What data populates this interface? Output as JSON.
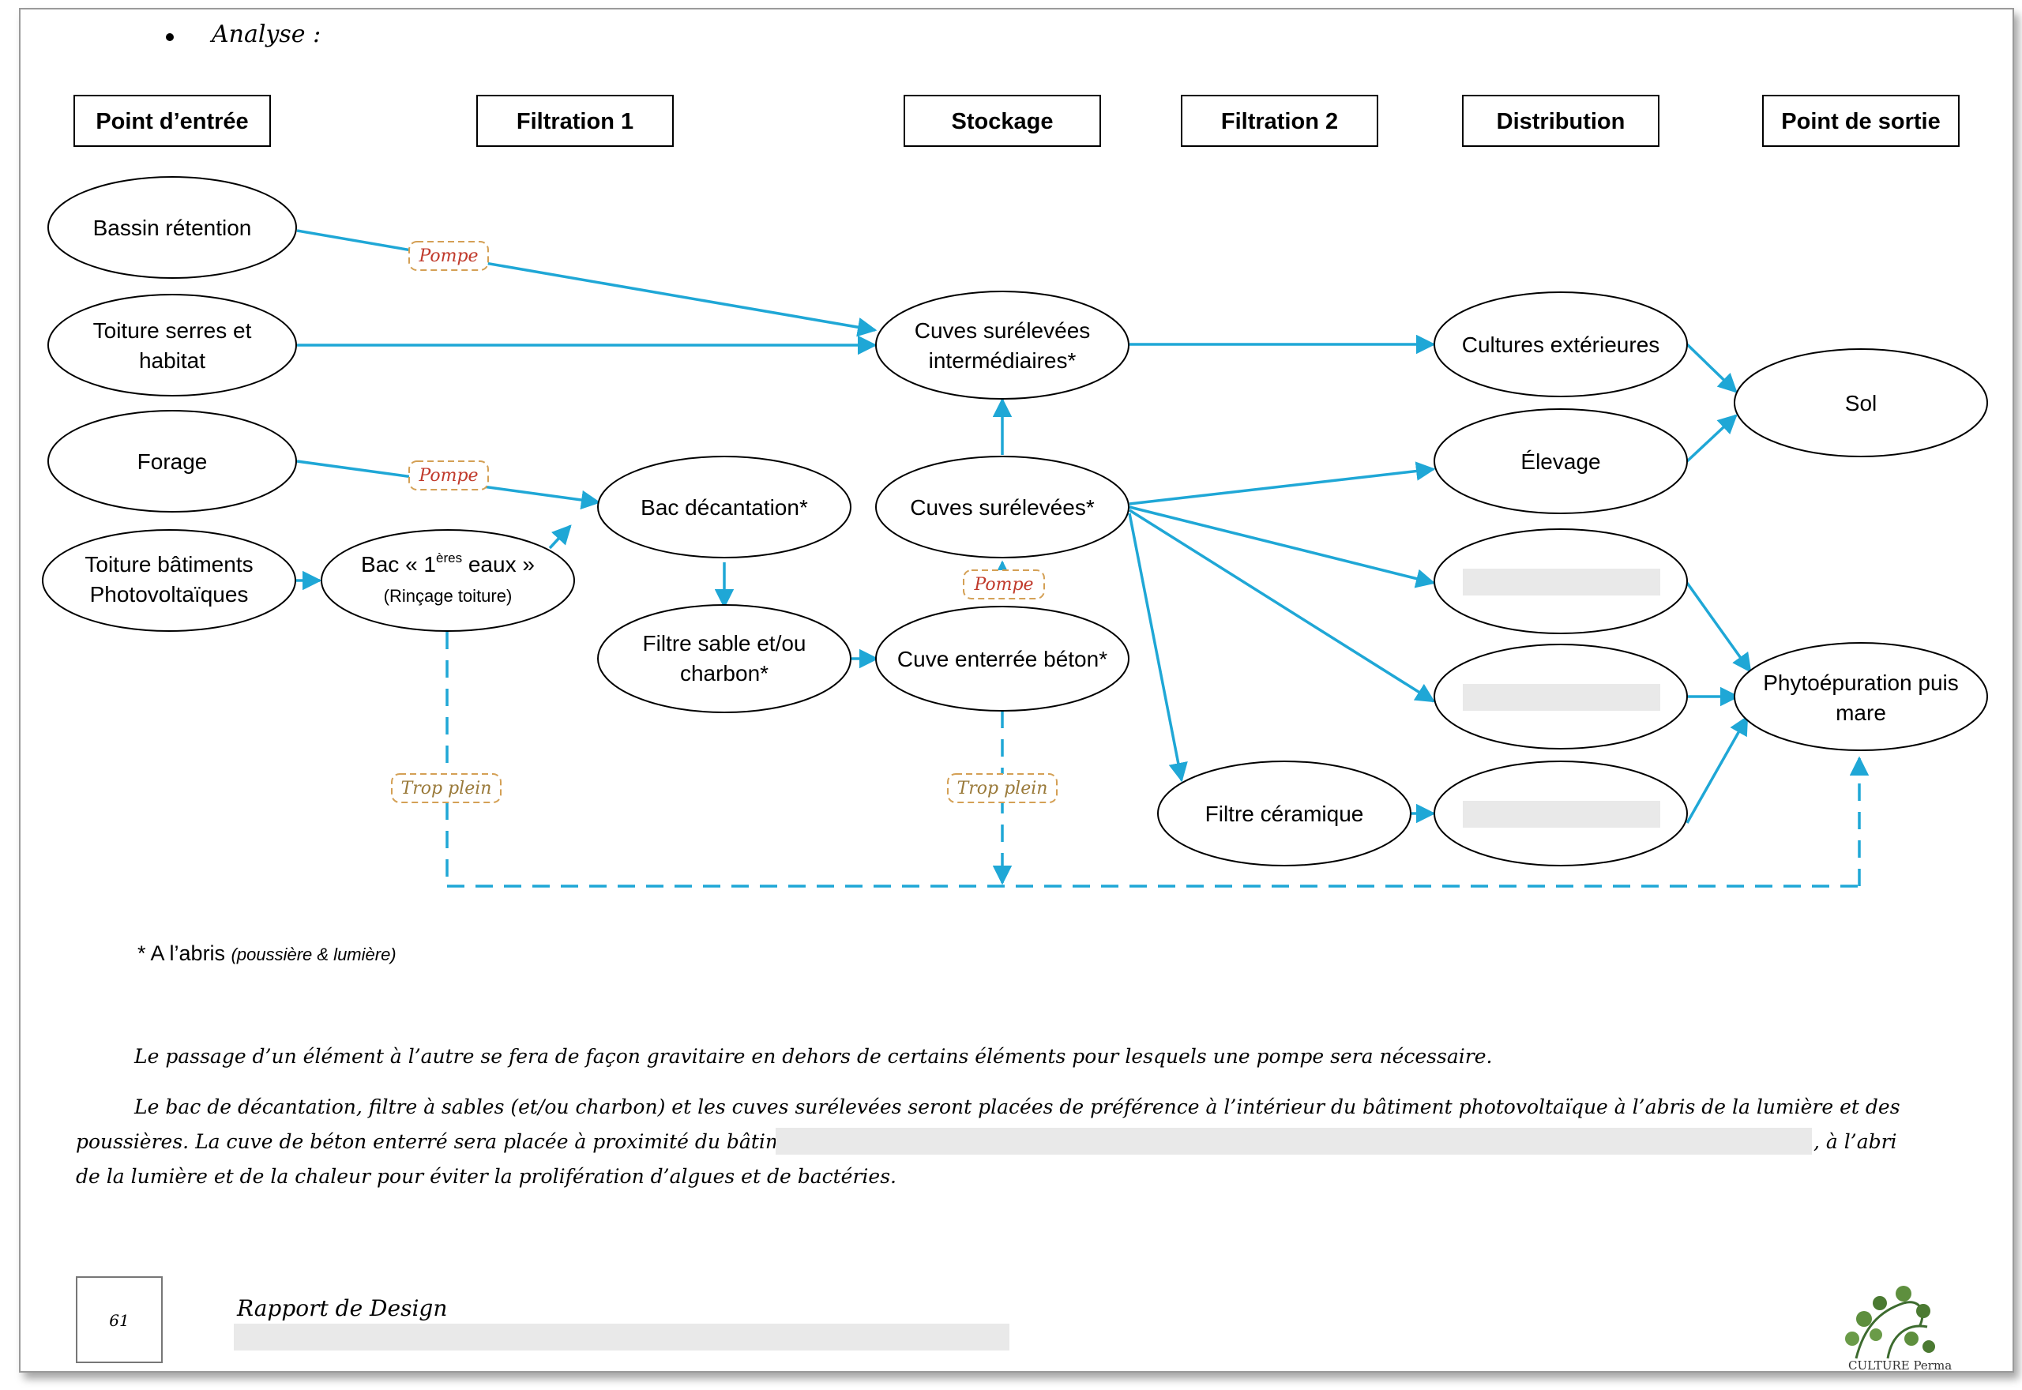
{
  "section_title": "Analyse :",
  "headers": [
    "Point d’entrée",
    "Filtration 1",
    "Stockage",
    "Filtration 2",
    "Distribution",
    "Point de sortie"
  ],
  "nodes": {
    "bassin": "Bassin rétention",
    "toiture_serres_1": "Toiture serres et",
    "toiture_serres_2": "habitat",
    "forage": "Forage",
    "toiture_bat_1": "Toiture bâtiments",
    "toiture_bat_2": "Photovoltaïques",
    "bac_1eres_pre": "Bac « 1",
    "bac_1eres_sup": "ères",
    "bac_1eres_post": " eaux »",
    "bac_1eres_sub": "(Rinçage toiture)",
    "bac_decant": "Bac décantation*",
    "filtre_sable_1": "Filtre sable et/ou",
    "filtre_sable_2": "charbon*",
    "cuves_inter_1": "Cuves surélevées",
    "cuves_inter_2": "intermédiaires*",
    "cuves_sur": "Cuves surélevées*",
    "cuve_enterree": "Cuve enterrée béton*",
    "filtre_ceramique": "Filtre céramique",
    "cultures": "Cultures extérieures",
    "elevage": "Élevage",
    "sol": "Sol",
    "phyto_1": "Phytoépuration puis",
    "phyto_2": "mare"
  },
  "tags": {
    "pompe": "Pompe",
    "trop_plein": "Trop plein"
  },
  "note": {
    "text": "* A l’abris ",
    "detail": "(poussière & lumière)"
  },
  "paragraphs": {
    "p1": "Le passage d’un élément à l’autre se fera de façon gravitaire en dehors de certains éléments pour lesquels une pompe sera nécessaire.",
    "p2_l1": "Le bac de décantation, filtre à sables (et/ou charbon) et les cuves surélevées seront placées de préférence à l’intérieur du bâtiment photovoltaïque à l’abris de la lumière et des",
    "p2_l2_a": "poussières. La cuve de béton enterré sera placée à proximité du bâtiment",
    "p2_l2_b": ", à l’abri",
    "p2_l3": "de la lumière et de la chaleur pour éviter la prolifération d’algues et de bactéries."
  },
  "footer": {
    "page_number": "61",
    "title": "Rapport de Design",
    "logo_text": "CULTURE Perma"
  },
  "colors": {
    "arrow": "#1fa7d6",
    "pompe_text": "#c0392b",
    "tag_border": "#d4a055",
    "trop_plein_text": "#9a7a3a"
  }
}
